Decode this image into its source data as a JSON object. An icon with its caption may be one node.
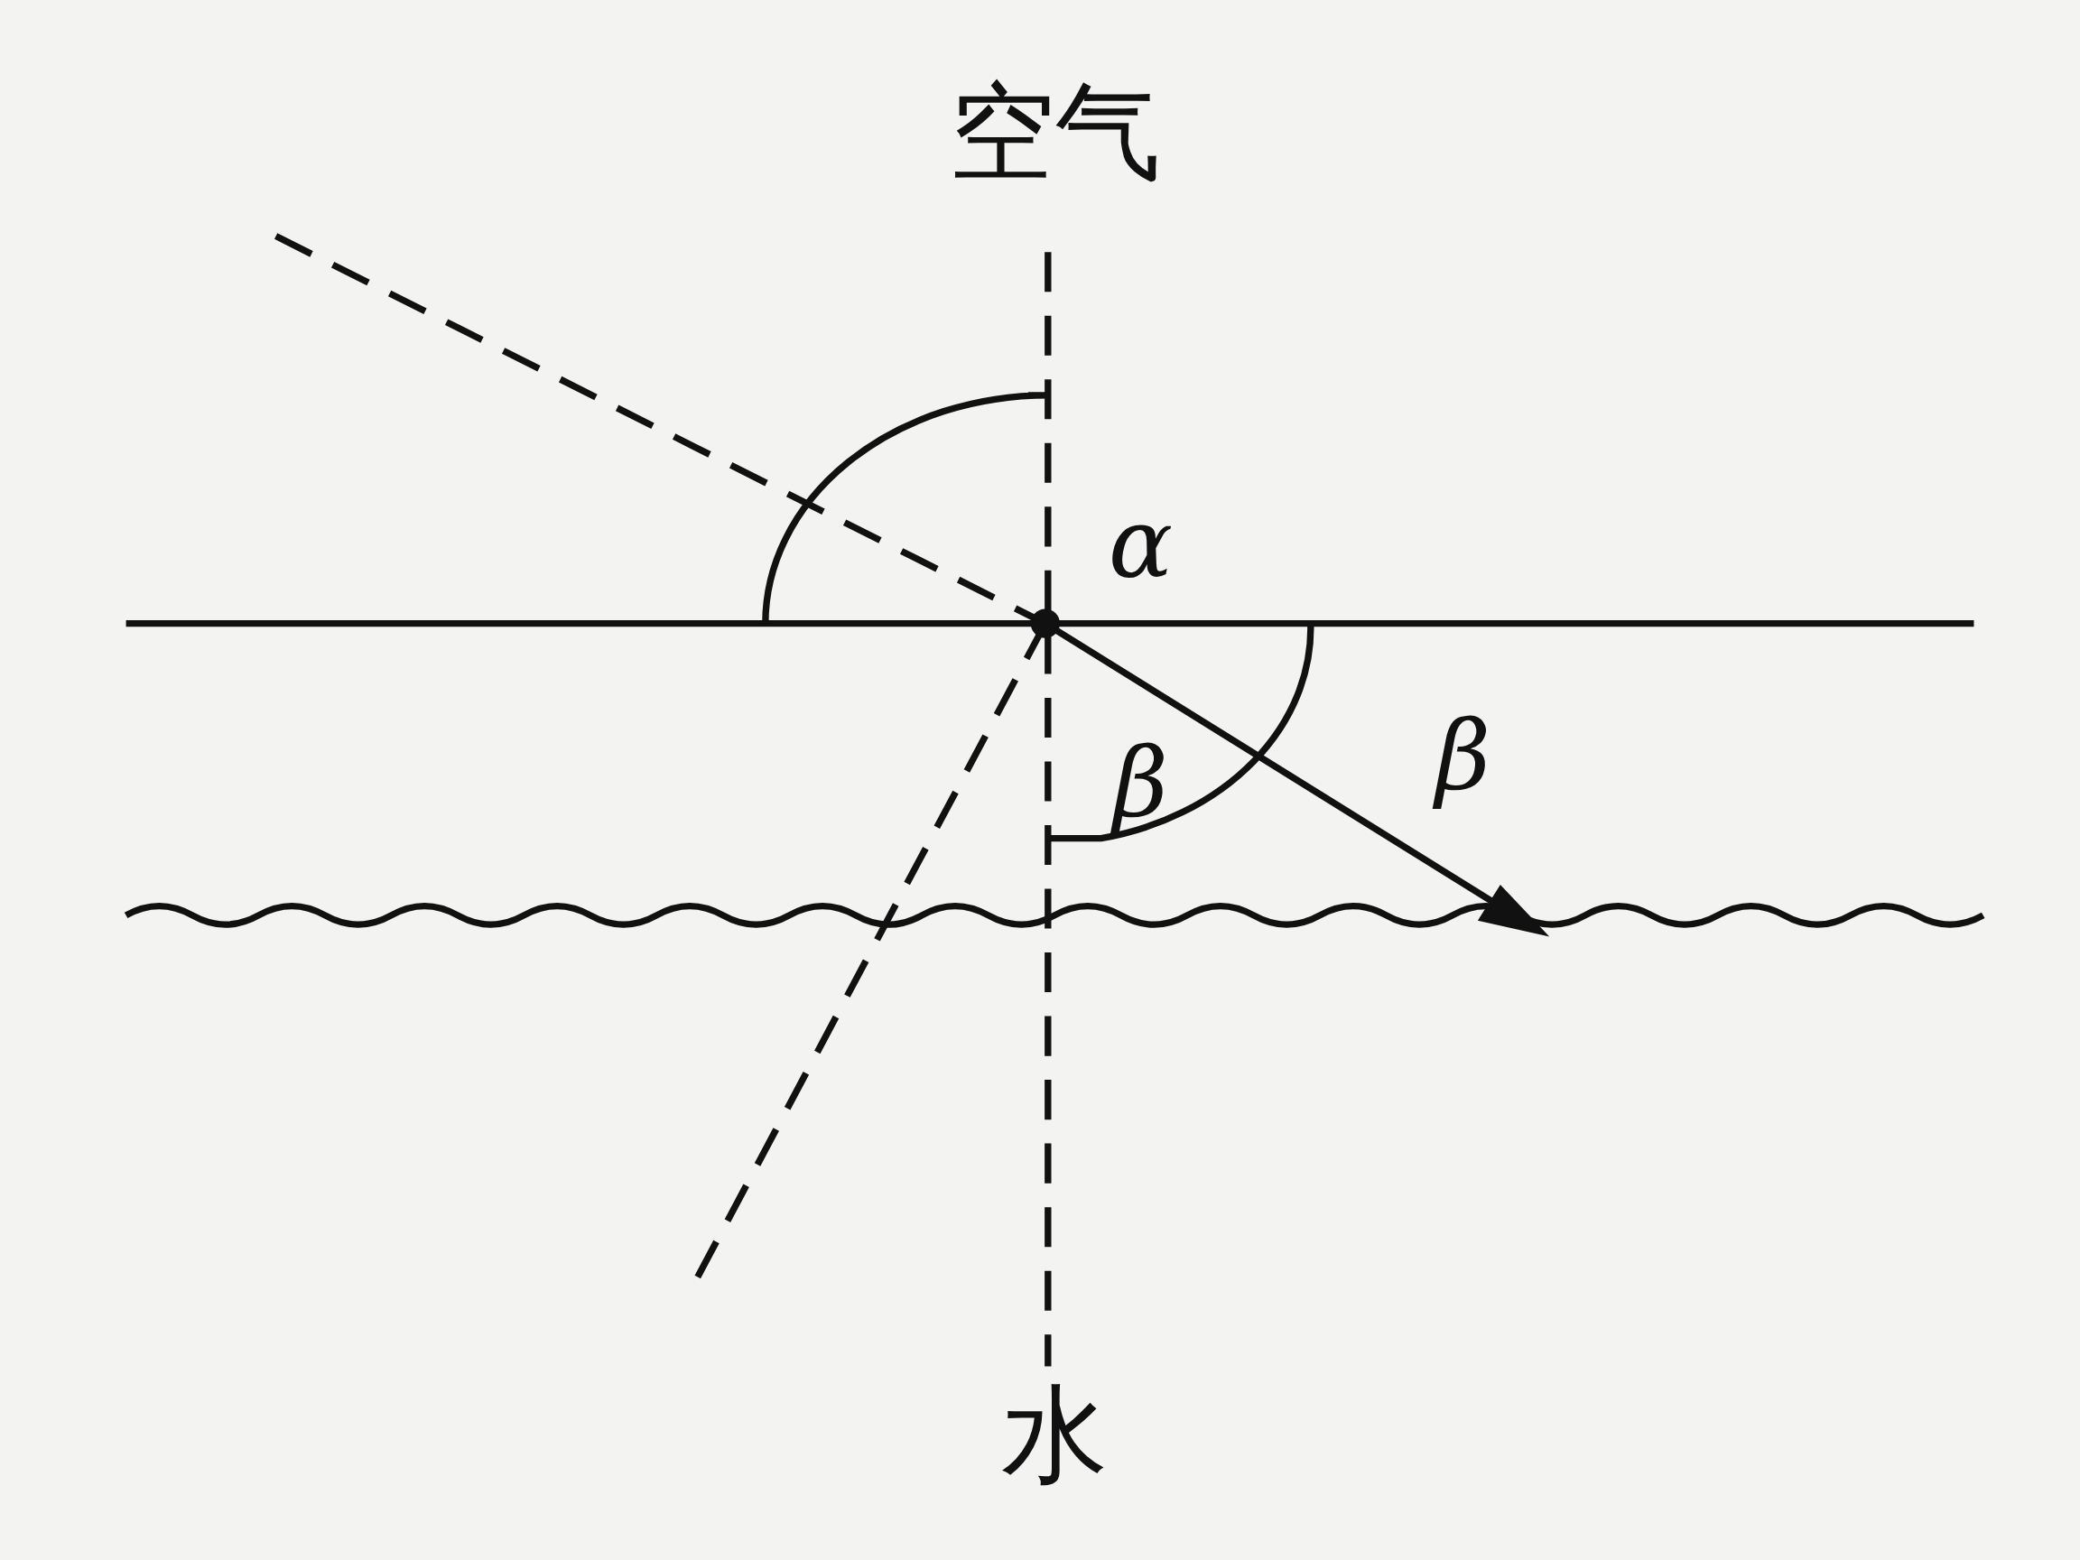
{
  "diagram": {
    "labels": [
      "空气",
      "α",
      "β",
      "β",
      "水"
    ]
  }
}
